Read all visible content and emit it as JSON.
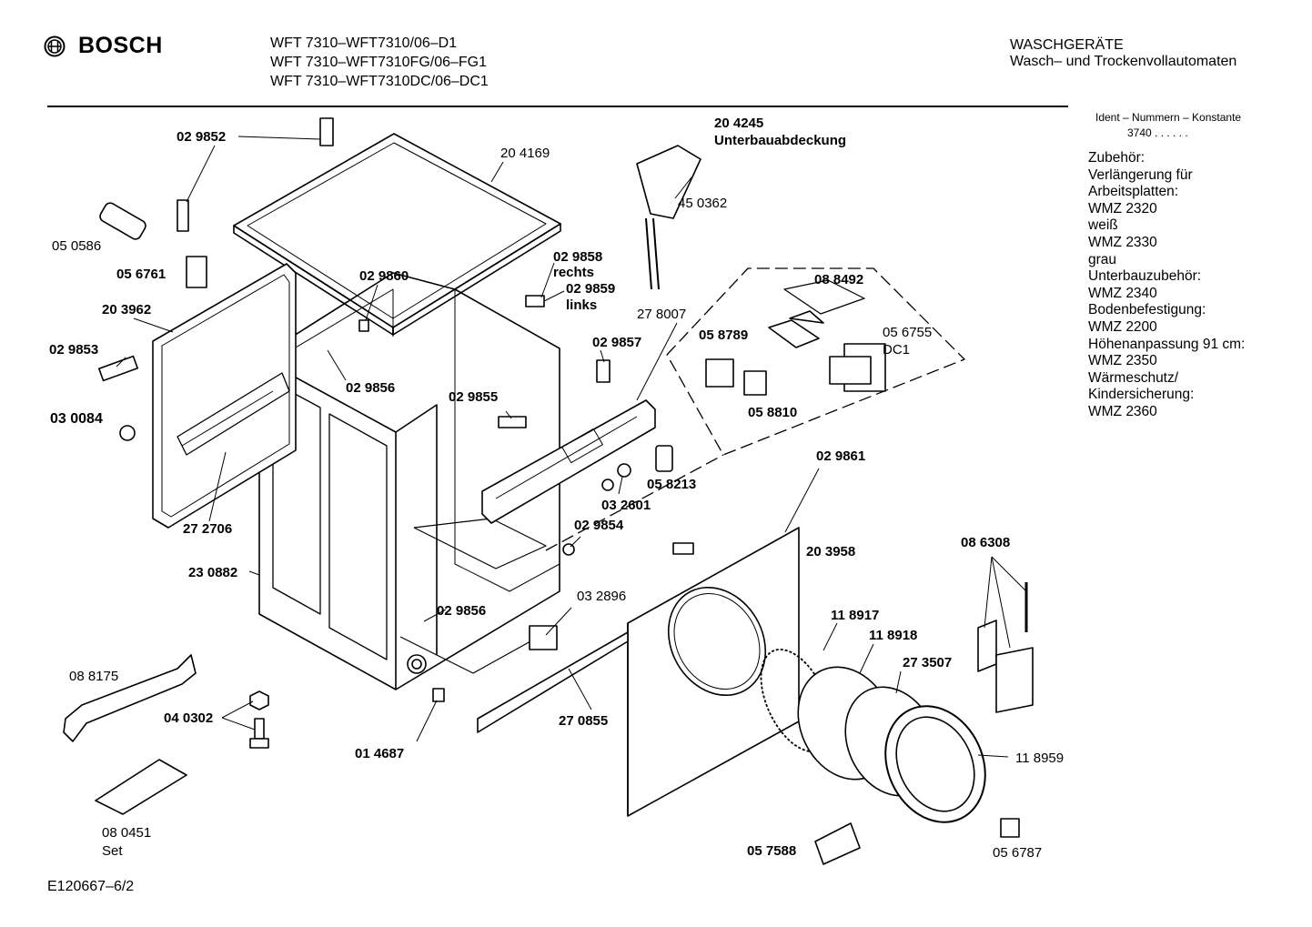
{
  "header": {
    "brand": "BOSCH",
    "models": [
      "WFT 7310–WFT7310/06–D1",
      "WFT 7310–WFT7310FG/06–FG1",
      "WFT 7310–WFT7310DC/06–DC1"
    ],
    "category": "WASCHGERÄTE",
    "subcategory": "Wasch– und Trockenvollautomaten"
  },
  "parts": {
    "p029852": "02 9852",
    "p204169": "20 4169",
    "p204245": "20 4245",
    "p204245_name": "Unterbauabdeckung",
    "p450362": "45 0362",
    "p050586": "05 0586",
    "p056761": "05 6761",
    "p029860": "02 9860",
    "p029858": "02 9858",
    "p029858_side": "rechts",
    "p029859": "02 9859",
    "p029859_side": "links",
    "p088492": "08 8492",
    "p203962": "20 3962",
    "p278007": "27 8007",
    "p058789": "05 8789",
    "p056755": "05 6755",
    "p056755_var": "DC1",
    "p029853": "02 9853",
    "p029857": "02 9857",
    "p029856a": "02 9856",
    "p029855": "02 9855",
    "p030084": "03 0084",
    "p058810": "05 8810",
    "p058213": "05 8213",
    "p029861": "02 9861",
    "p032601": "03 2601",
    "p272706": "27 2706",
    "p029854": "02 9854",
    "p203958": "20 3958",
    "p086308": "08 6308",
    "p230882": "23 0882",
    "p032896": "03 2896",
    "p029856b": "02 9856",
    "p118917": "11 8917",
    "p118918": "11 8918",
    "p273507": "27 3507",
    "p088175": "08 8175",
    "p040302": "04 0302",
    "p270855": "27 0855",
    "p014687": "01 4687",
    "p118959": "11 8959",
    "p080451": "08 0451",
    "p080451_note": "Set",
    "p057588": "05 7588",
    "p056787": "05 6787"
  },
  "sidebar": {
    "ident_heading": "Ident – Nummern – Konstante",
    "ident_code": "3740 . . . . . .",
    "accessories": [
      "Zubehör:",
      "Verlängerung für",
      "Arbeitsplatten:",
      "WMZ 2320",
      "weiß",
      "WMZ 2330",
      "grau",
      "Unterbauzubehör:",
      "WMZ 2340",
      "Bodenbefestigung:",
      "WMZ 2200",
      "Höhenanpassung 91 cm:",
      "WMZ 2350",
      "Wärmeschutz/",
      "Kindersicherung:",
      "WMZ 2360"
    ]
  },
  "footer": {
    "drawing_id": "E120667–6/2"
  }
}
